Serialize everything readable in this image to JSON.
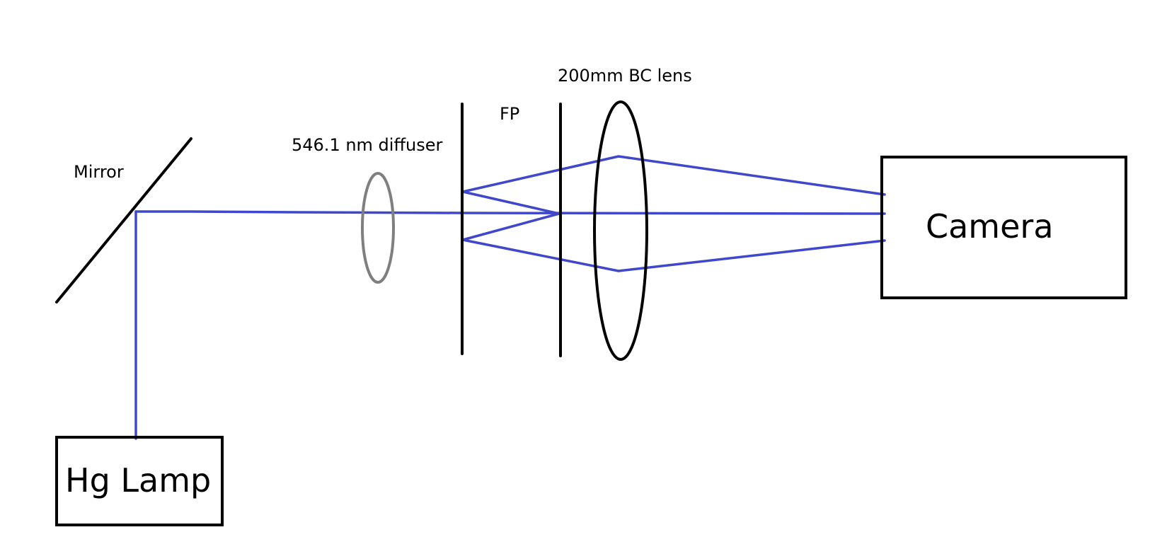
{
  "diagram": {
    "colors": {
      "beam": "#3f48cc",
      "outline": "#000000",
      "diffuser": "#7f7f7f",
      "background": "#ffffff"
    },
    "components": {
      "mirror": {
        "label": "Mirror"
      },
      "lamp": {
        "label": "Hg Lamp"
      },
      "diffuser": {
        "label": "546.1 nm diffuser"
      },
      "fp": {
        "label": "FP"
      },
      "lens": {
        "label": "200mm BC lens"
      },
      "camera": {
        "label": "Camera"
      }
    }
  }
}
